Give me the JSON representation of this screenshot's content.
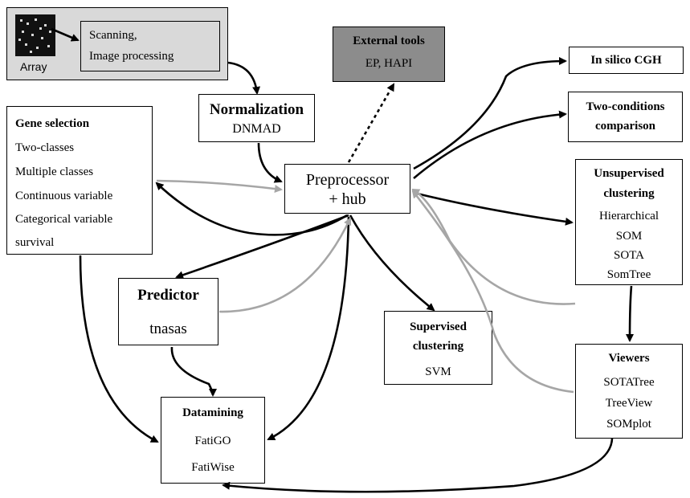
{
  "colors": {
    "dark": "#000000",
    "light": "#a6a6a6",
    "panel": "#d9d9d9",
    "external": "#8c8c8c"
  },
  "array_group": {
    "array_label": "Array",
    "scan_line1": "Scanning,",
    "scan_line2": "Image processing"
  },
  "external_tools": {
    "title": "External tools",
    "items": "EP, HAPI"
  },
  "normalization": {
    "title": "Normalization",
    "item": "DNMAD"
  },
  "hub": {
    "line1": "Preprocessor",
    "line2": "+ hub"
  },
  "gene_selection": {
    "title": "Gene selection",
    "items": [
      "Two-classes",
      "Multiple classes",
      "Continuous variable",
      "Categorical variable",
      "survival"
    ]
  },
  "in_silico": {
    "title": "In silico CGH"
  },
  "two_conditions": {
    "line1": "Two-conditions",
    "line2": "comparison"
  },
  "unsupervised": {
    "line1": "Unsupervised",
    "line2": "clustering",
    "items": [
      "Hierarchical",
      "SOM",
      "SOTA",
      "SomTree"
    ]
  },
  "predictor": {
    "title": "Predictor",
    "item": "tnasas"
  },
  "supervised": {
    "line1": "Supervised",
    "line2": "clustering",
    "item": "SVM"
  },
  "viewers": {
    "title": "Viewers",
    "items": [
      "SOTATree",
      "TreeView",
      "SOMplot"
    ]
  },
  "datamining": {
    "title": "Datamining",
    "items": [
      "FatiGO",
      "FatiWise"
    ]
  }
}
